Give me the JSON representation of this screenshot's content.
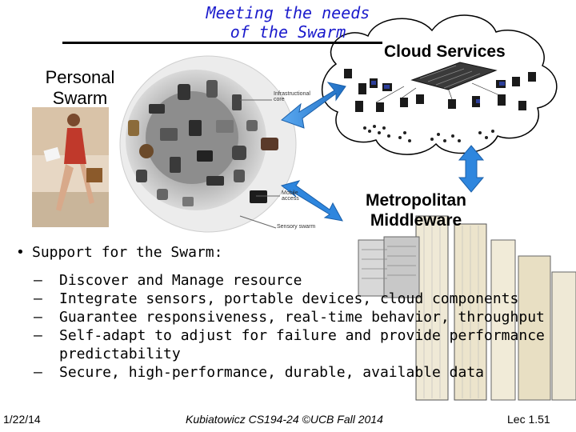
{
  "title": {
    "line1": "Meeting the needs",
    "line2": "of the Swarm"
  },
  "labels": {
    "personal_swarm_line1": "Personal",
    "personal_swarm_line2": "Swarm",
    "cloud_services": "Cloud Services",
    "metro_line1": "Metropolitan",
    "metro_line2": "Middleware",
    "infrastructure_core": "Infrastructional core",
    "mobile_access": "Mobile access",
    "sensory_swarm": "Sensory swarm"
  },
  "bullets": {
    "main": "Support for the Swarm:",
    "items": [
      "Discover and Manage resource",
      "Integrate sensors, portable devices, cloud components",
      "Guarantee responsiveness, real-time behavior, throughput",
      "Self-adapt to adjust for failure and provide performance predictability",
      "Secure, high-performance, durable, available data"
    ]
  },
  "footer": {
    "date": "1/22/14",
    "course": "Kubiatowicz CS194-24 ©UCB Fall 2014",
    "lecture": "Lec 1.51"
  },
  "colors": {
    "title": "#1a1acc",
    "arrow": "#2e86de",
    "cloud_outline": "#000000"
  }
}
